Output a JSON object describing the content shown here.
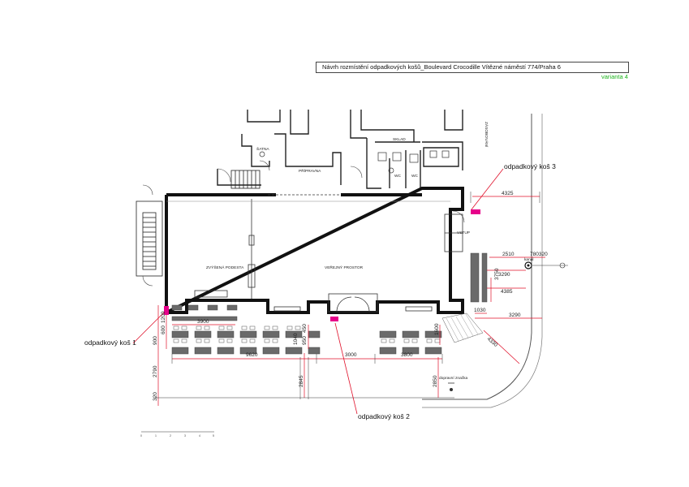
{
  "header": {
    "title": "Návrh rozmístění odpadkových košů_Boulevard Crocodille Vítězné náměstí 774/Praha 6",
    "variant": "varianta 4"
  },
  "bins": {
    "bin1": "odpadkový koš 1",
    "bin2": "odpadkový koš 2",
    "bin3": "odpadkový koš 3"
  },
  "rooms": {
    "satna": "ŠATNA",
    "pripravna": "PŘÍPRAVNA",
    "sklad": "SKLAD",
    "podesta": "ZVÝŠENÁ PODESTA",
    "prostor": "VEŘEJNÝ PROSTOR",
    "vstup": "VSTUP",
    "zasobovani": "ZÁSOBOVÁNÍ",
    "wc1": "WC",
    "wc2": "WC",
    "kanal": "kanál",
    "dopravni": "dopravní značka"
  },
  "dims": {
    "d3900": "3900",
    "d9620": "9620",
    "d3000": "3000",
    "d3800": "3800",
    "d4325": "4325",
    "d2510": "2510",
    "d780320": "780320",
    "d3290a": "3290",
    "d3750": "3750",
    "d4385": "4385",
    "d1030": "1030",
    "d3290b": "3290",
    "d4330": "4330",
    "d1600": "1600",
    "d2845": "2845",
    "d2850": "2850",
    "d2790": "2790",
    "d900": "900",
    "d1200": "1200",
    "d320": "320",
    "d600": "600",
    "d950": "950",
    "d1040": "1040",
    "d450": "450"
  },
  "scale": {
    "s0": "0",
    "s1": "1",
    "s2": "2",
    "s3": "3",
    "s4": "4",
    "s5": "5"
  },
  "colors": {
    "bin": "#e6008a",
    "dimension": "#e0102a",
    "legend": "#1db31d"
  }
}
